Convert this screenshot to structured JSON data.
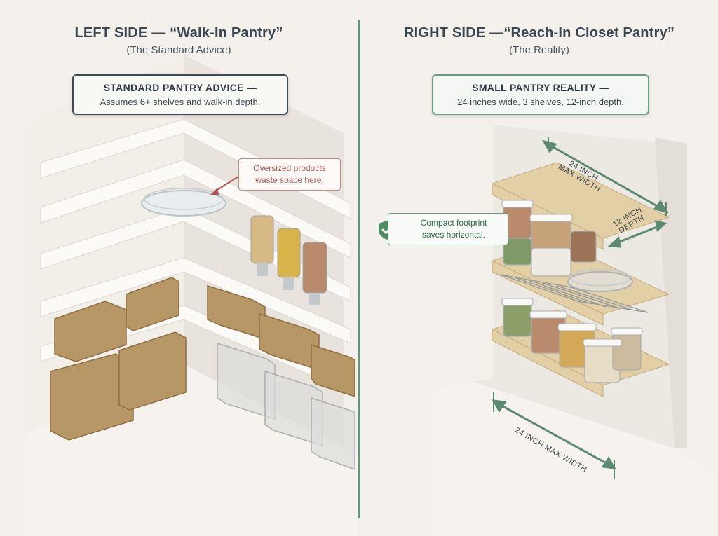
{
  "left": {
    "heading": "LEFT SIDE — “Walk-In Pantry”",
    "subheading": "(The Standard Advice)",
    "callout": {
      "title": "STANDARD PANTRY ADVICE —",
      "body": "Assumes 6+ shelves and walk-in depth."
    },
    "note": {
      "line1": "Oversized products",
      "line2": "waste space here."
    }
  },
  "right": {
    "heading": "RIGHT SIDE —“Reach-In Closet Pantry”",
    "subheading": "(The Reality)",
    "callout": {
      "title": "SMALL PANTRY REALITY —",
      "body": "24 inches wide, 3 shelves, 12-inch depth."
    },
    "note": {
      "line1": "Compact footprint",
      "line2": "saves horizontal."
    },
    "dimensions": {
      "top_width_line1": "24 INCH",
      "top_width_line2": "MAX WIDTH",
      "depth_line1": "12 INCH",
      "depth_line2": "DEPTH",
      "bottom_width": "24 INCH MAX WIDTH"
    }
  },
  "colors": {
    "divider": "#6f8f7c",
    "accent_green": "#5c8a70",
    "accent_red": "#c98683",
    "wood": "#e2cfa6",
    "wicker": "#b89766"
  }
}
